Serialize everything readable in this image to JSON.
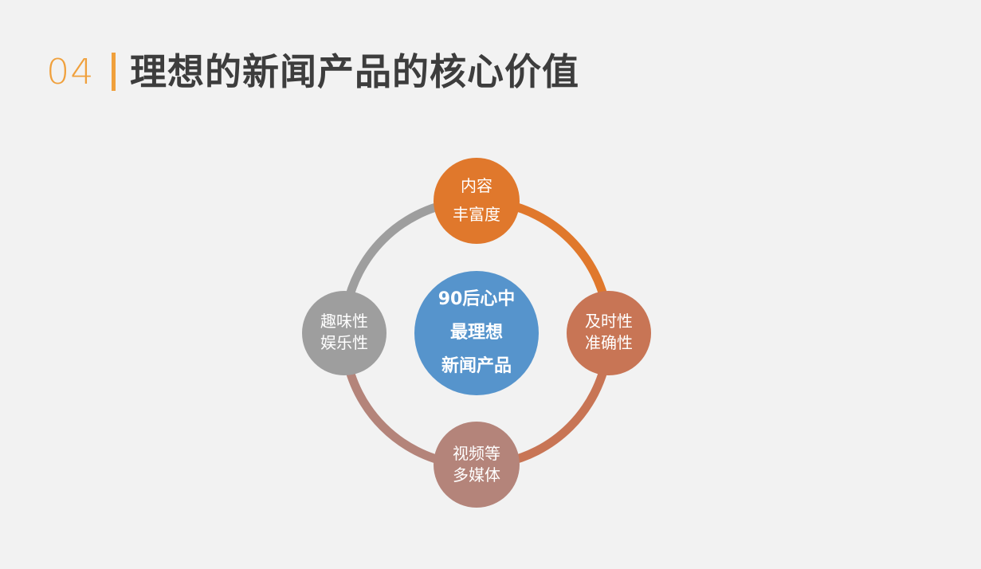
{
  "header": {
    "section_number": "04",
    "title": "理想的新闻产品的核心价值"
  },
  "diagram": {
    "center": {
      "lines": [
        "90后心中",
        "最理想",
        "新闻产品"
      ],
      "color": "#5694cc"
    },
    "nodes": [
      {
        "id": "top",
        "lines": [
          "内容",
          "丰富度"
        ],
        "color": "#e0782c"
      },
      {
        "id": "right",
        "lines": [
          "及时性",
          "准确性"
        ],
        "color": "#c87555"
      },
      {
        "id": "bottom",
        "lines": [
          "视频等",
          "多媒体"
        ],
        "color": "#b4847a"
      },
      {
        "id": "left",
        "lines": [
          "趣味性",
          "娱乐性"
        ],
        "color": "#9e9e9e"
      }
    ],
    "arc_colors": {
      "top_right": "#e0782c",
      "right_bottom": "#c87555",
      "bottom_left": "#b4847a",
      "left_top": "#9e9e9e"
    }
  }
}
